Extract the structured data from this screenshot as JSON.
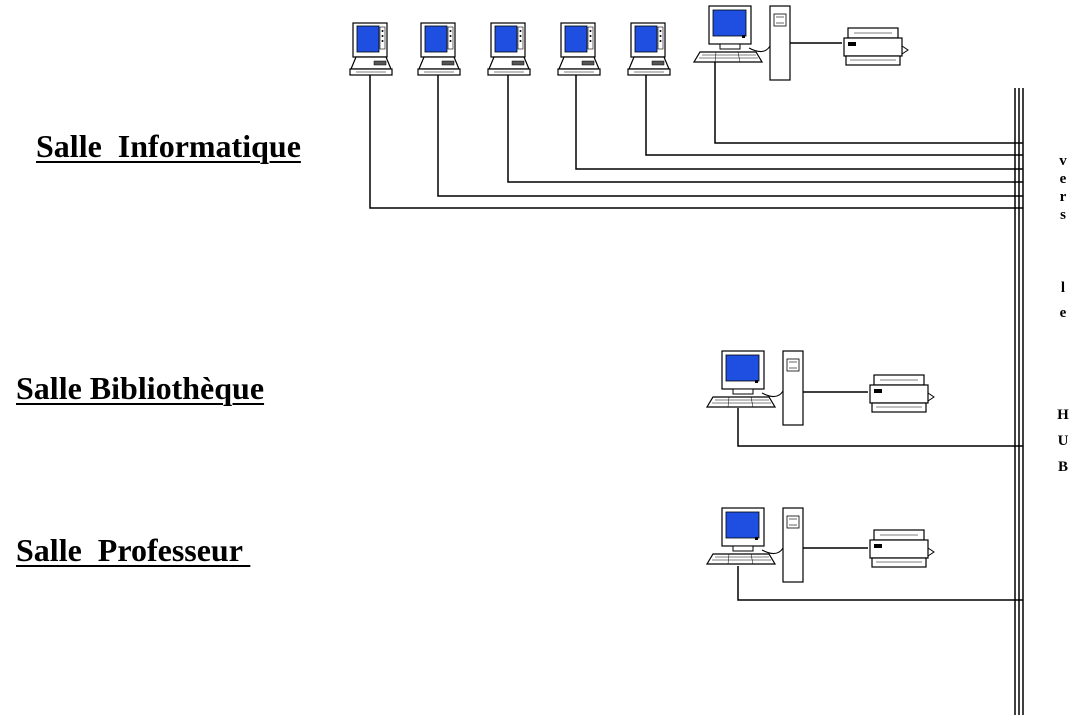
{
  "rooms": {
    "informatique": "Salle  Informatique",
    "bibliotheque": "Salle Bibliothèque",
    "professeur": "Salle  Professeur "
  },
  "hub_label": {
    "letters": [
      "v",
      "e",
      "r",
      "s",
      "l",
      "e",
      "H",
      "U",
      "B"
    ]
  },
  "colors": {
    "screen": "#1f4fe0",
    "line": "#000000"
  }
}
